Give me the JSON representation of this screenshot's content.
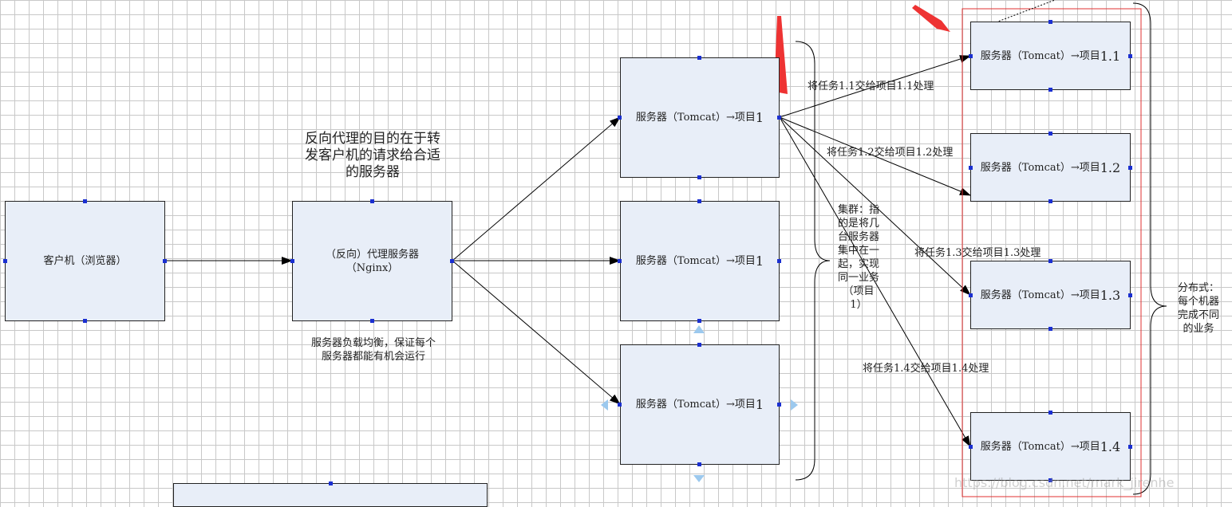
{
  "nodes": {
    "client": {
      "label": "客户机（浏览器）"
    },
    "proxy": {
      "line1": "（反向）代理服务器",
      "line2": "（Nginx）"
    },
    "tomcat_a": {
      "text": "服务器（Tomcat）→项目",
      "num": "1"
    },
    "tomcat_b": {
      "text": "服务器（Tomcat）→项目",
      "num": "1"
    },
    "tomcat_c": {
      "text": "服务器（Tomcat）→项目",
      "num": "1"
    },
    "dist_1": {
      "text": "服务器（Tomcat）→项目",
      "num": "1.1"
    },
    "dist_2": {
      "text": "服务器（Tomcat）→项目",
      "num": "1.2"
    },
    "dist_3": {
      "text": "服务器（Tomcat）→项目",
      "num": "1.3"
    },
    "dist_4": {
      "text": "服务器（Tomcat）→项目",
      "num": "1.4"
    }
  },
  "labels": {
    "proxy_title_1": "反向代理的目的在于转",
    "proxy_title_2": "发客户机的请求给合适",
    "proxy_title_3": "的服务器",
    "lb_1": "服务器负载均衡，保证每个",
    "lb_2": "服务器都能有机会运行",
    "task_1": "将任务1.1交给项目1.1处理",
    "task_2": "将任务1.2交给项目1.2处理",
    "task_3": "将任务1.3交给项目1.3处理",
    "task_4": "将任务1.4交给项目1.4处理",
    "cluster_1": "集群：指",
    "cluster_2": "的是将几",
    "cluster_3": "台服务器",
    "cluster_4": "集中在一",
    "cluster_5": "起，实现",
    "cluster_6": "同一业务",
    "cluster_7": "（项目",
    "cluster_8": "1）",
    "dist_1": "分布式：",
    "dist_2": "每个机器",
    "dist_3": "完成不同",
    "dist_4": "的业务"
  },
  "watermark": "https://blog.csdn.net/mark_jirenhe",
  "colors": {
    "box_fill": "#e8eef8",
    "handle": "#1a2fd1",
    "red_frame": "#e03030",
    "red_arrow": "#ee3333"
  }
}
